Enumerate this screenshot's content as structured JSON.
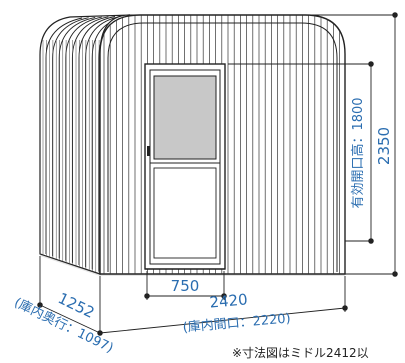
{
  "diagram": {
    "labels": {
      "height_total": "2350",
      "height_opening": "有効開口高：1800",
      "depth": "1252",
      "depth_inner": "(庫内奥行：1097)",
      "width": "2420",
      "width_inner": "(庫内間口：2220)",
      "door_width": "750"
    },
    "footnote": "※寸法図はミドル2412以",
    "colors": {
      "dimension_text": "#2a6db0",
      "outline": "#222222",
      "window_glass": "#c8c8c8",
      "ground_shadow": "#e5e5e5"
    }
  }
}
